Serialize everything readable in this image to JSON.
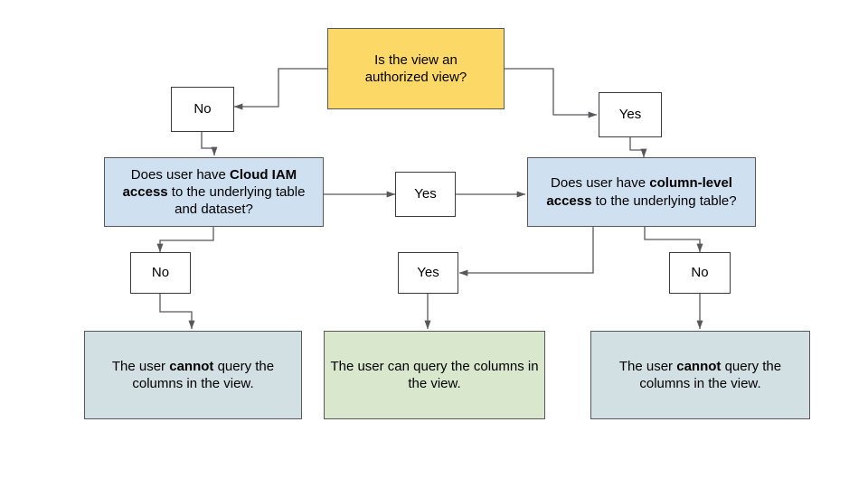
{
  "diagram": {
    "title": "Authorized view and column-level access decision flow",
    "background": "#ffffff",
    "colors": {
      "question_primary": "#fcd966",
      "question_secondary": "#cfe0f1",
      "result_denied": "#d2dfe3",
      "result_allowed": "#d9e8cd",
      "label_box": "#ffffff",
      "edge": "#58585b",
      "text": "#000000"
    },
    "nodes": {
      "q_authorized_view": {
        "text": "Is the view an authorized view?",
        "line1": "Is the view an",
        "line2": "authorized view?",
        "kind": "question"
      },
      "no_authorized_view": {
        "text": "No",
        "kind": "label"
      },
      "yes_authorized_view": {
        "text": "Yes",
        "kind": "label"
      },
      "q_cloud_iam": {
        "text": "Does user have Cloud IAM access to the underlying table and dataset?",
        "prefix": "Does user have ",
        "emphasis": "Cloud IAM access",
        "suffix": " to the underlying table and dataset?",
        "kind": "question"
      },
      "yes_cloud_iam": {
        "text": "Yes",
        "kind": "label"
      },
      "no_cloud_iam": {
        "text": "No",
        "kind": "label"
      },
      "q_column_level": {
        "text": "Does user have column-level access to the underlying table?",
        "prefix": "Does user have ",
        "emphasis": "column-level access",
        "suffix": " to the underlying table?",
        "kind": "question"
      },
      "yes_column_level": {
        "text": "Yes",
        "kind": "label"
      },
      "no_column_level": {
        "text": "No",
        "kind": "label"
      },
      "result_left_denied": {
        "text": "The user cannot query the columns in the view.",
        "prefix": "The user ",
        "emphasis": "cannot",
        "suffix": " query the columns in the view.",
        "kind": "result"
      },
      "result_middle_allowed": {
        "text": "The user can query the columns in the view.",
        "kind": "result"
      },
      "result_right_denied": {
        "text": "The user cannot query the columns in the view.",
        "prefix": "The user ",
        "emphasis": "cannot",
        "suffix": " query the columns in the view.",
        "kind": "result"
      }
    },
    "edges": [
      {
        "from": "q_authorized_view",
        "to": "no_authorized_view",
        "label": ""
      },
      {
        "from": "q_authorized_view",
        "to": "yes_authorized_view",
        "label": ""
      },
      {
        "from": "no_authorized_view",
        "to": "q_cloud_iam",
        "label": ""
      },
      {
        "from": "yes_authorized_view",
        "to": "q_column_level",
        "label": ""
      },
      {
        "from": "q_cloud_iam",
        "to": "yes_cloud_iam",
        "label": ""
      },
      {
        "from": "yes_cloud_iam",
        "to": "q_column_level",
        "label": ""
      },
      {
        "from": "q_cloud_iam",
        "to": "no_cloud_iam",
        "label": ""
      },
      {
        "from": "no_cloud_iam",
        "to": "result_left_denied",
        "label": ""
      },
      {
        "from": "q_column_level",
        "to": "yes_column_level",
        "label": ""
      },
      {
        "from": "yes_column_level",
        "to": "result_middle_allowed",
        "label": ""
      },
      {
        "from": "q_column_level",
        "to": "no_column_level",
        "label": ""
      },
      {
        "from": "no_column_level",
        "to": "result_right_denied",
        "label": ""
      }
    ]
  }
}
